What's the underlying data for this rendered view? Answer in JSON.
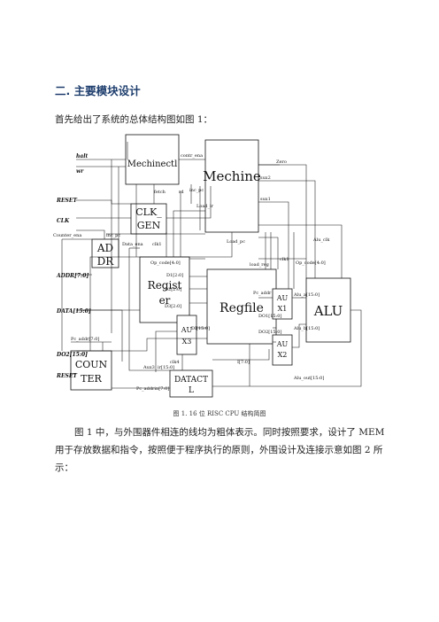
{
  "heading": "二. 主要模块设计",
  "intro": "首先给出了系统的总体结构图如图 1：",
  "caption": "图 1. 16 位 RISC CPU 结构简图",
  "body_text": "图 1 中，与外围器件相连的线均为粗体表示。同时按照要求，设计了 MEM 用于存放数据和指令，按照便于程序执行的原则，外围设计及连接示意如图 2 所示：",
  "diagram": {
    "blocks": {
      "mechinectl": "Mechinectl",
      "mechine": "Mechine",
      "clkgen_1": "CLK_",
      "clkgen_2": "GEN",
      "addr_1": "AD",
      "addr_2": "DR",
      "regist_1": "Regist",
      "regist_2": "er",
      "regfile": "Regfile",
      "alu": "ALU",
      "aux1_1": "AU",
      "aux1_2": "X1",
      "aux2_1": "AU",
      "aux2_2": "X2",
      "aux3_1": "AU",
      "aux3_2": "X3",
      "counter_1": "COUN",
      "counter_2": "TER",
      "datactl_1": "DATACT",
      "datactl_2": "L"
    },
    "external_signals": {
      "halt": "halt",
      "wr": "wr",
      "reset_top": "RESET",
      "clk": "CLK",
      "addr": "ADDR[7:0]",
      "data": "DATA[15:0]",
      "do2": "DO2[15:0]",
      "reset_bottom": "RESET"
    },
    "labels": {
      "contr_ena": "contr_ena",
      "zero": "Zero",
      "fetch": "fetch",
      "rd": "rd",
      "inc_pc_top": "inc_pc",
      "sux2": "sux2",
      "load_ir": "Load_ir",
      "sux1": "sux1",
      "counter_ena": "Counter_ena",
      "inc_pc": "inc_pc",
      "load_pc": "Load_pc",
      "alu_clk": "Alu_clk",
      "data_ena": "Data_ena",
      "clk1_left": "clk1",
      "clk1_right": "clk1",
      "op_code_left": "Op_code[4:0]",
      "op_code_right": "Op_code[4:0]",
      "load_reg": "load_reg",
      "d1": "D1[2:0]",
      "d2": "D2[2:0]",
      "d3": "D3[2:0]",
      "pc_addr_mid": "Pc_addr",
      "alu_a": "Alu_a[15:0]",
      "do1": "DO1[15:0]",
      "di": "DI[15:0]",
      "alu_b": "Alu_b[15:0]",
      "do2_int": "DO2[15:0]",
      "pc_addr_left": "Pc_addr[7:0]",
      "ir": "I[7:0]",
      "clk4": "clk4",
      "aux3": "Aux3",
      "irin": "ir[15:0]",
      "pc_addrin": "Pc_addrin[7:0]",
      "alu_out": "Alu_out[15:0]"
    }
  }
}
